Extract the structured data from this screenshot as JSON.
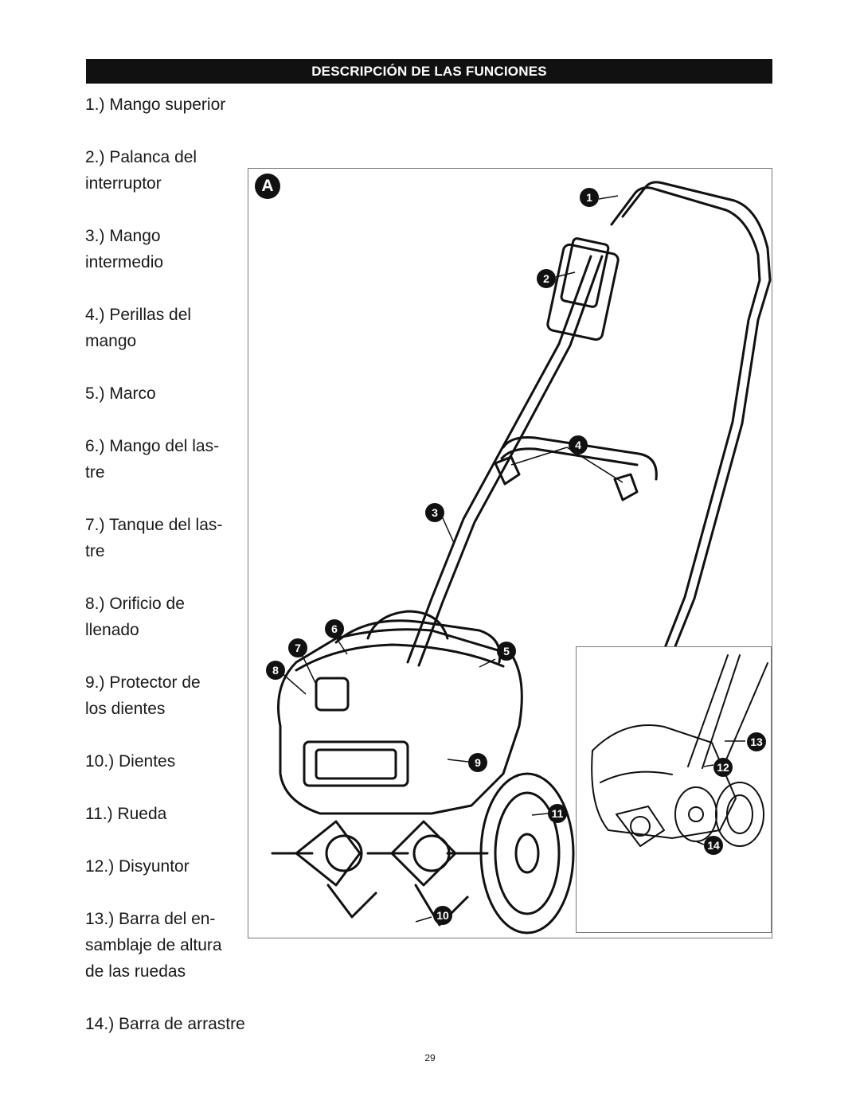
{
  "header": {
    "title": "DESCRIPCIÓN DE LAS FUNCIONES"
  },
  "features": [
    "1.) Mango superior",
    "2.) Palanca del interruptor",
    "3.) Mango intermedio",
    "4.) Perillas del mango",
    "5.) Marco",
    "6.) Mango del las-\ntre",
    "7.) Tanque del las-\ntre",
    "8.) Orificio de llenado",
    "9.) Protector de los dientes",
    "10.) Dientes",
    "11.) Rueda",
    "12.) Disyuntor",
    "13.) Barra del en-\nsamblaje de altura de las ruedas",
    "14.) Barra de arrastre"
  ],
  "figure": {
    "label": "A",
    "callouts": [
      "1",
      "2",
      "3",
      "4",
      "5",
      "6",
      "7",
      "8",
      "9",
      "10",
      "11",
      "12",
      "13",
      "14"
    ]
  },
  "page_number": "29"
}
